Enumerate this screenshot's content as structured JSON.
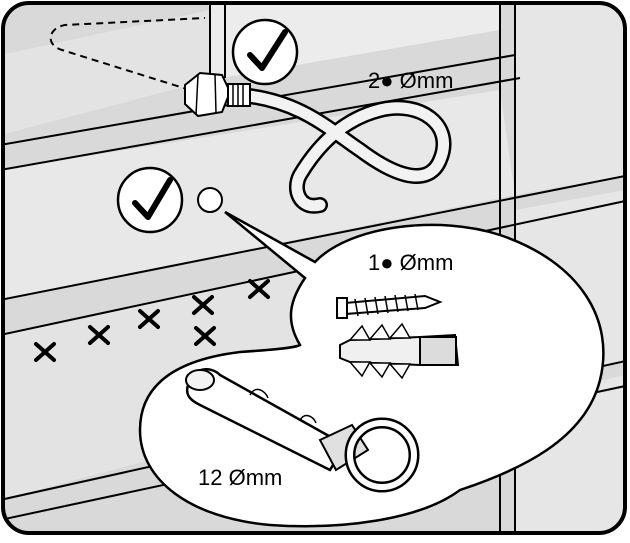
{
  "labels": {
    "hose_hole": "2● Ømm",
    "plug_hole": "1● Ømm",
    "tool_size": "12 Ømm"
  },
  "icons": [
    "check-icon",
    "cross-icon"
  ],
  "colors": {
    "wall": "#dcdcdc",
    "wall_light": "#ebebeb",
    "line": "#000000",
    "bubble": "#ffffff"
  }
}
